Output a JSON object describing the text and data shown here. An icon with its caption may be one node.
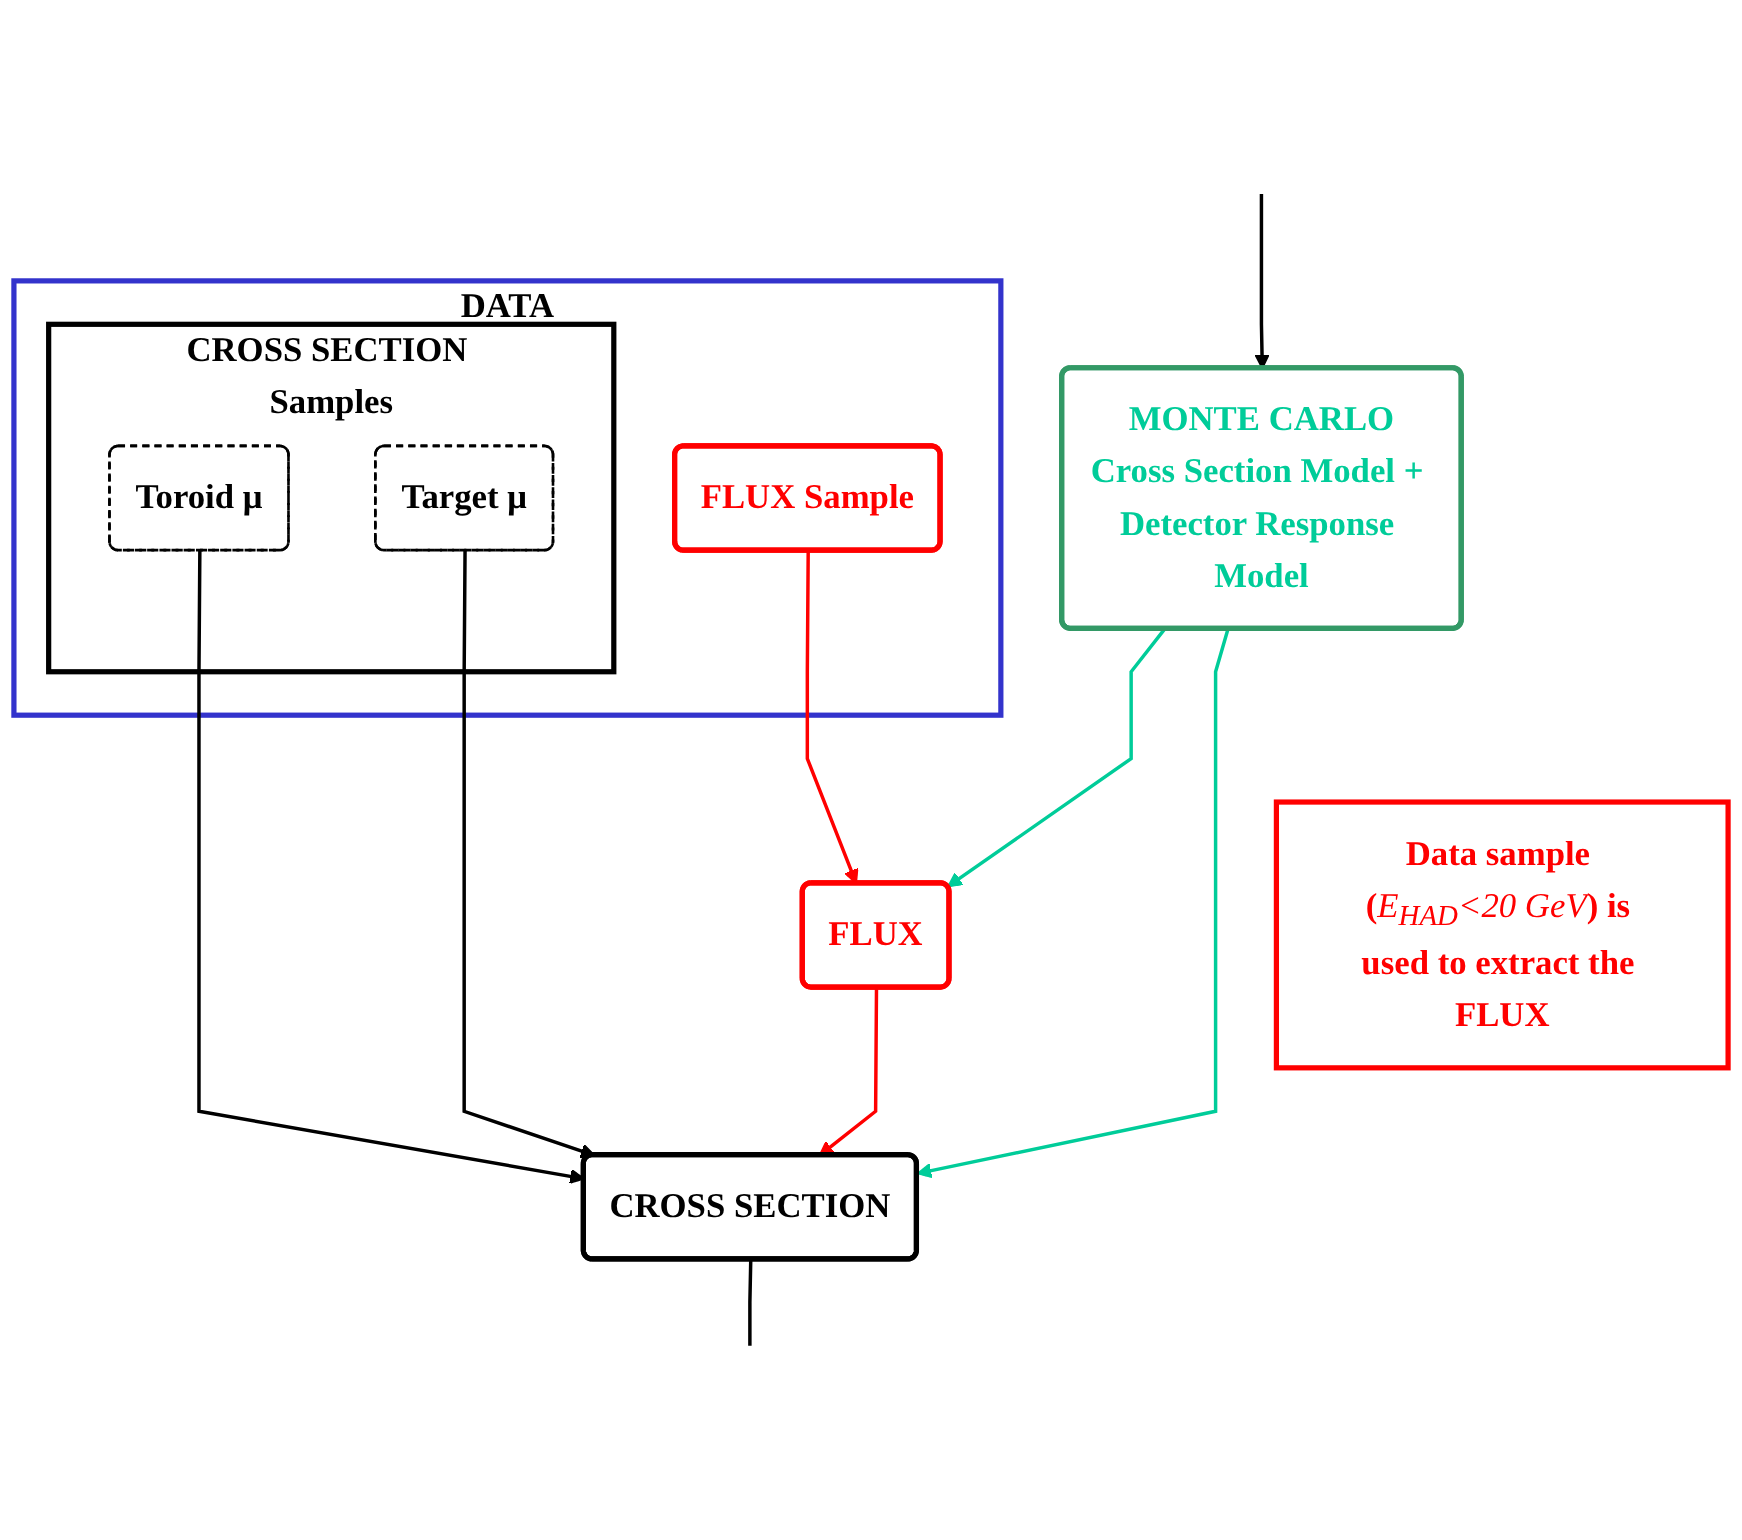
{
  "diagram": {
    "nodes": [
      {
        "text": [
          "DATA"
        ]
      },
      {
        "text": [
          "FLUX Sample"
        ],
        "in": 0
      },
      {
        "text": [
          "CROSS SECTION Samples"
        ],
        "in": 0
      },
      {
        "text": [
          "Toroid μ"
        ],
        "in": 2
      },
      {
        "text": [
          "Target μ"
        ],
        "in": 2
      },
      {
        "text": [
          "FLUX"
        ]
      },
      {
        "text": [
          "CROSS SECTION"
        ]
      },
      {
        "text": [
          "MONTE CARLO",
          "Cross Section Model + Detector Response Model"
        ]
      },
      {
        "text": [
          "Data sample (*E$_{HAD}$<20 GeV*) is used to extract the FLUX"
        ]
      }
    ],
    "edges": [
      {
        "from": 1,
        "to": 5,
        "arrow": "to",
        "color": "#ff0000"
      },
      {
        "from": 5,
        "to": 6,
        "arrow": "to",
        "color": "#ff0000"
      },
      {
        "from": 3,
        "to": 6,
        "arrow": "to"
      },
      {
        "from": 4,
        "to": 6,
        "arrow": "to"
      },
      {
        "from": 7,
        "to": 5,
        "arrow": "to",
        "color": "#00cc99"
      },
      {
        "from": 7,
        "to": 6,
        "arrow": "to",
        "color": "#00cc99"
      },
      {
        "from": 6,
        "to": null,
        "arrow": "none"
      },
      {
        "from": null,
        "to": 7,
        "arrow": "to"
      }
    ]
  }
}
